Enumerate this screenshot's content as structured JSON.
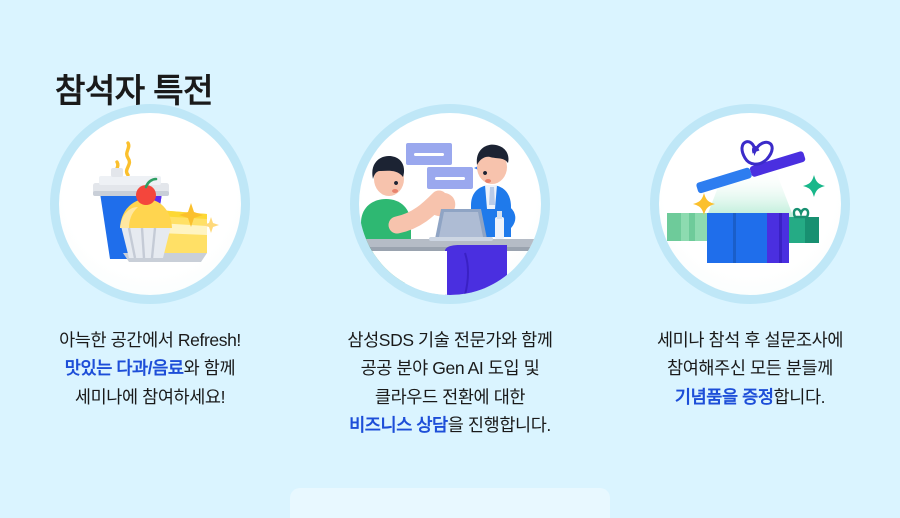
{
  "section": {
    "title": "참석자 특전",
    "background_color": "#daf4ff",
    "text_color": "#1a1a1a",
    "highlight_color": "#1d4ed8",
    "circle_ring_color": "#bfe7f7"
  },
  "cards": [
    {
      "illustration_name": "coffee-and-dessert-illustration",
      "caption_lines": [
        [
          {
            "text": "아늑한 공간에서 Refresh!",
            "highlight": false
          }
        ],
        [
          {
            "text": "맛있는 다과/음료",
            "highlight": true
          },
          {
            "text": "와 함께",
            "highlight": false
          }
        ],
        [
          {
            "text": "세미나에 참여하세요!",
            "highlight": false
          }
        ]
      ]
    },
    {
      "illustration_name": "business-consultation-illustration",
      "caption_lines": [
        [
          {
            "text": "삼성SDS 기술 전문가와 함께",
            "highlight": false
          }
        ],
        [
          {
            "text": "공공 분야 Gen AI 도입 및",
            "highlight": false
          }
        ],
        [
          {
            "text": "클라우드 전환에 대한",
            "highlight": false
          }
        ],
        [
          {
            "text": "비즈니스 상담",
            "highlight": true
          },
          {
            "text": "을 진행합니다.",
            "highlight": false
          }
        ]
      ]
    },
    {
      "illustration_name": "gift-box-illustration",
      "caption_lines": [
        [
          {
            "text": "세미나 참석 후 설문조사에",
            "highlight": false
          }
        ],
        [
          {
            "text": "참여해주신 모든 분들께",
            "highlight": false
          }
        ],
        [
          {
            "text": "기념품을 증정",
            "highlight": true
          },
          {
            "text": "합니다.",
            "highlight": false
          }
        ]
      ]
    }
  ]
}
